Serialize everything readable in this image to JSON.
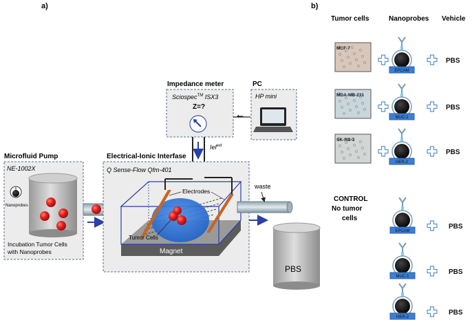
{
  "panel_a": {
    "label": "a)",
    "pump": {
      "title": "Microfluid Pump",
      "model": "NE-1002X",
      "nanoprobes_label": "Nanoprobes",
      "caption_line1": "Incubation Tumor Cells",
      "caption_line2": "with Nanoprobes"
    },
    "impedance": {
      "title": "Impedance meter",
      "model_prefix": "Sciospec",
      "model_tm": "TM",
      "model_suffix": " ISX3",
      "z_label": "Z=?"
    },
    "pc": {
      "title": "PC",
      "model": "HP mini"
    },
    "current_label": "Iel",
    "current_sup": "ext",
    "interface": {
      "title": "Electrical-Ionic Interfase",
      "model": "Q Sense-Flow Qfm-401",
      "electrodes_label": "Electrodes",
      "tumor_cells_label": "Tumor  Cells",
      "magnet_label": "Magnet"
    },
    "waste_label": "waste",
    "container_label": "PBS"
  },
  "panel_b": {
    "label": "b)",
    "headers": {
      "tumor_cells": "Tumor cells",
      "nanoprobes": "Nanoprobes",
      "vehicle": "Vehicle"
    },
    "rows": [
      {
        "cell": "MCF-7",
        "probe": "EPCAM",
        "vehicle": "PBS"
      },
      {
        "cell": "MDA-MB-231",
        "probe": "MUC-1",
        "vehicle": "PBS"
      },
      {
        "cell": "SK-RB-3",
        "probe": "HER-2",
        "vehicle": "PBS"
      }
    ],
    "control": {
      "line1": "CONTROL",
      "line2": "No tumor",
      "line3": "cells",
      "rows": [
        {
          "probe": "EPCAM",
          "vehicle": "PBS"
        },
        {
          "probe": "MUC-1",
          "vehicle": "PBS"
        },
        {
          "probe": "HER-2",
          "vehicle": "PBS"
        }
      ]
    }
  },
  "colors": {
    "box_border": "#5a6a8a",
    "panel_fill": "#ececec",
    "ball_red": "#e0201c",
    "arrow_blue": "#2a3fa8",
    "probe_blue": "#3b7fd6",
    "plus_blue": "#5b8fd0",
    "electrode": "#c8651e"
  }
}
